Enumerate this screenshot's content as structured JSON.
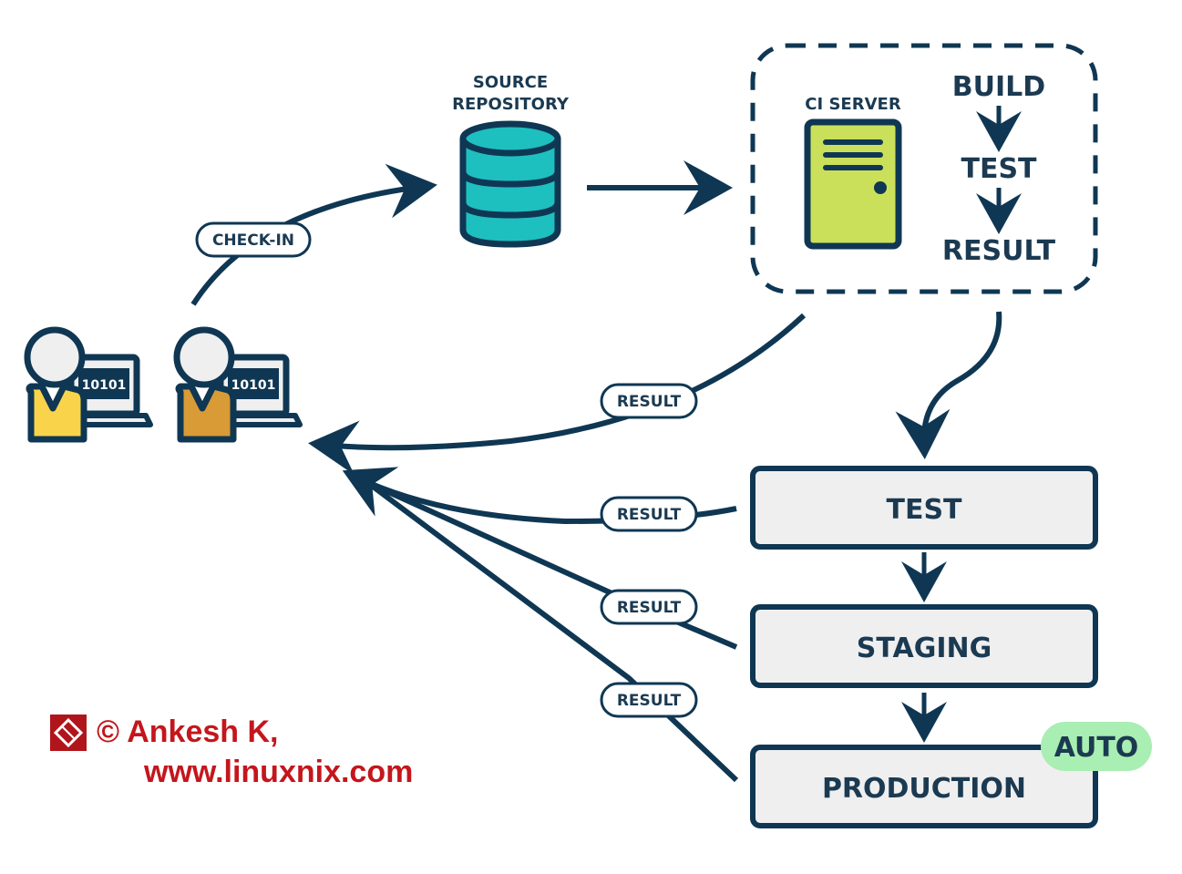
{
  "colors": {
    "ink": "#0f3753",
    "db_fill": "#1ebfbf",
    "server_fill": "#cbe05a",
    "stage_fill": "#efefef",
    "auto_fill": "#a9eeb2",
    "person1_shirt": "#f9d44a",
    "person2_shirt": "#d99b35",
    "watermark": "#c4161c"
  },
  "developers": {
    "screen_text_1": "10101",
    "screen_text_2": "10101"
  },
  "check_in_label": "CHECK-IN",
  "source_repo": {
    "line1": "SOURCE",
    "line2": "REPOSITORY",
    "icon": "database-icon"
  },
  "ci_server": {
    "title": "CI SERVER",
    "icon": "server-icon",
    "steps": [
      "BUILD",
      "TEST",
      "RESULT"
    ]
  },
  "stages": [
    {
      "label": "TEST"
    },
    {
      "label": "STAGING"
    },
    {
      "label": "PRODUCTION",
      "badge": "AUTO"
    }
  ],
  "result_labels": [
    "RESULT",
    "RESULT",
    "RESULT",
    "RESULT"
  ],
  "watermark": {
    "line1": "© Ankesh K,",
    "line2": "www.linuxnix.com",
    "logo_icon": "linuxnix-logo-icon"
  }
}
